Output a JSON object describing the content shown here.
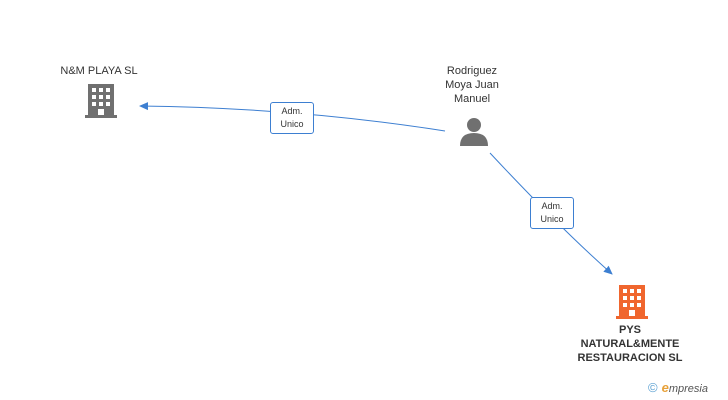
{
  "nodes": {
    "company_a": {
      "name": "N&M PLAYA  SL",
      "icon": "building-icon",
      "color": "#707070"
    },
    "person": {
      "name_lines": [
        "Rodriguez",
        "Moya Juan",
        "Manuel"
      ],
      "icon": "person-icon",
      "color": "#707070"
    },
    "company_b": {
      "name_lines": [
        "PYS",
        "NATURAL&MENTE",
        "RESTAURACION SL"
      ],
      "icon": "building-icon",
      "color": "#f0662e"
    }
  },
  "edges": [
    {
      "from": "person",
      "to": "company_a",
      "label_lines": [
        "Adm.",
        "Unico"
      ]
    },
    {
      "from": "person",
      "to": "company_b",
      "label_lines": [
        "Adm.",
        "Unico"
      ]
    }
  ],
  "colors": {
    "edge": "#3d7fd1",
    "text": "#333333"
  },
  "brand": {
    "copyright_symbol": "©",
    "initial": "e",
    "rest": "mpresia"
  }
}
